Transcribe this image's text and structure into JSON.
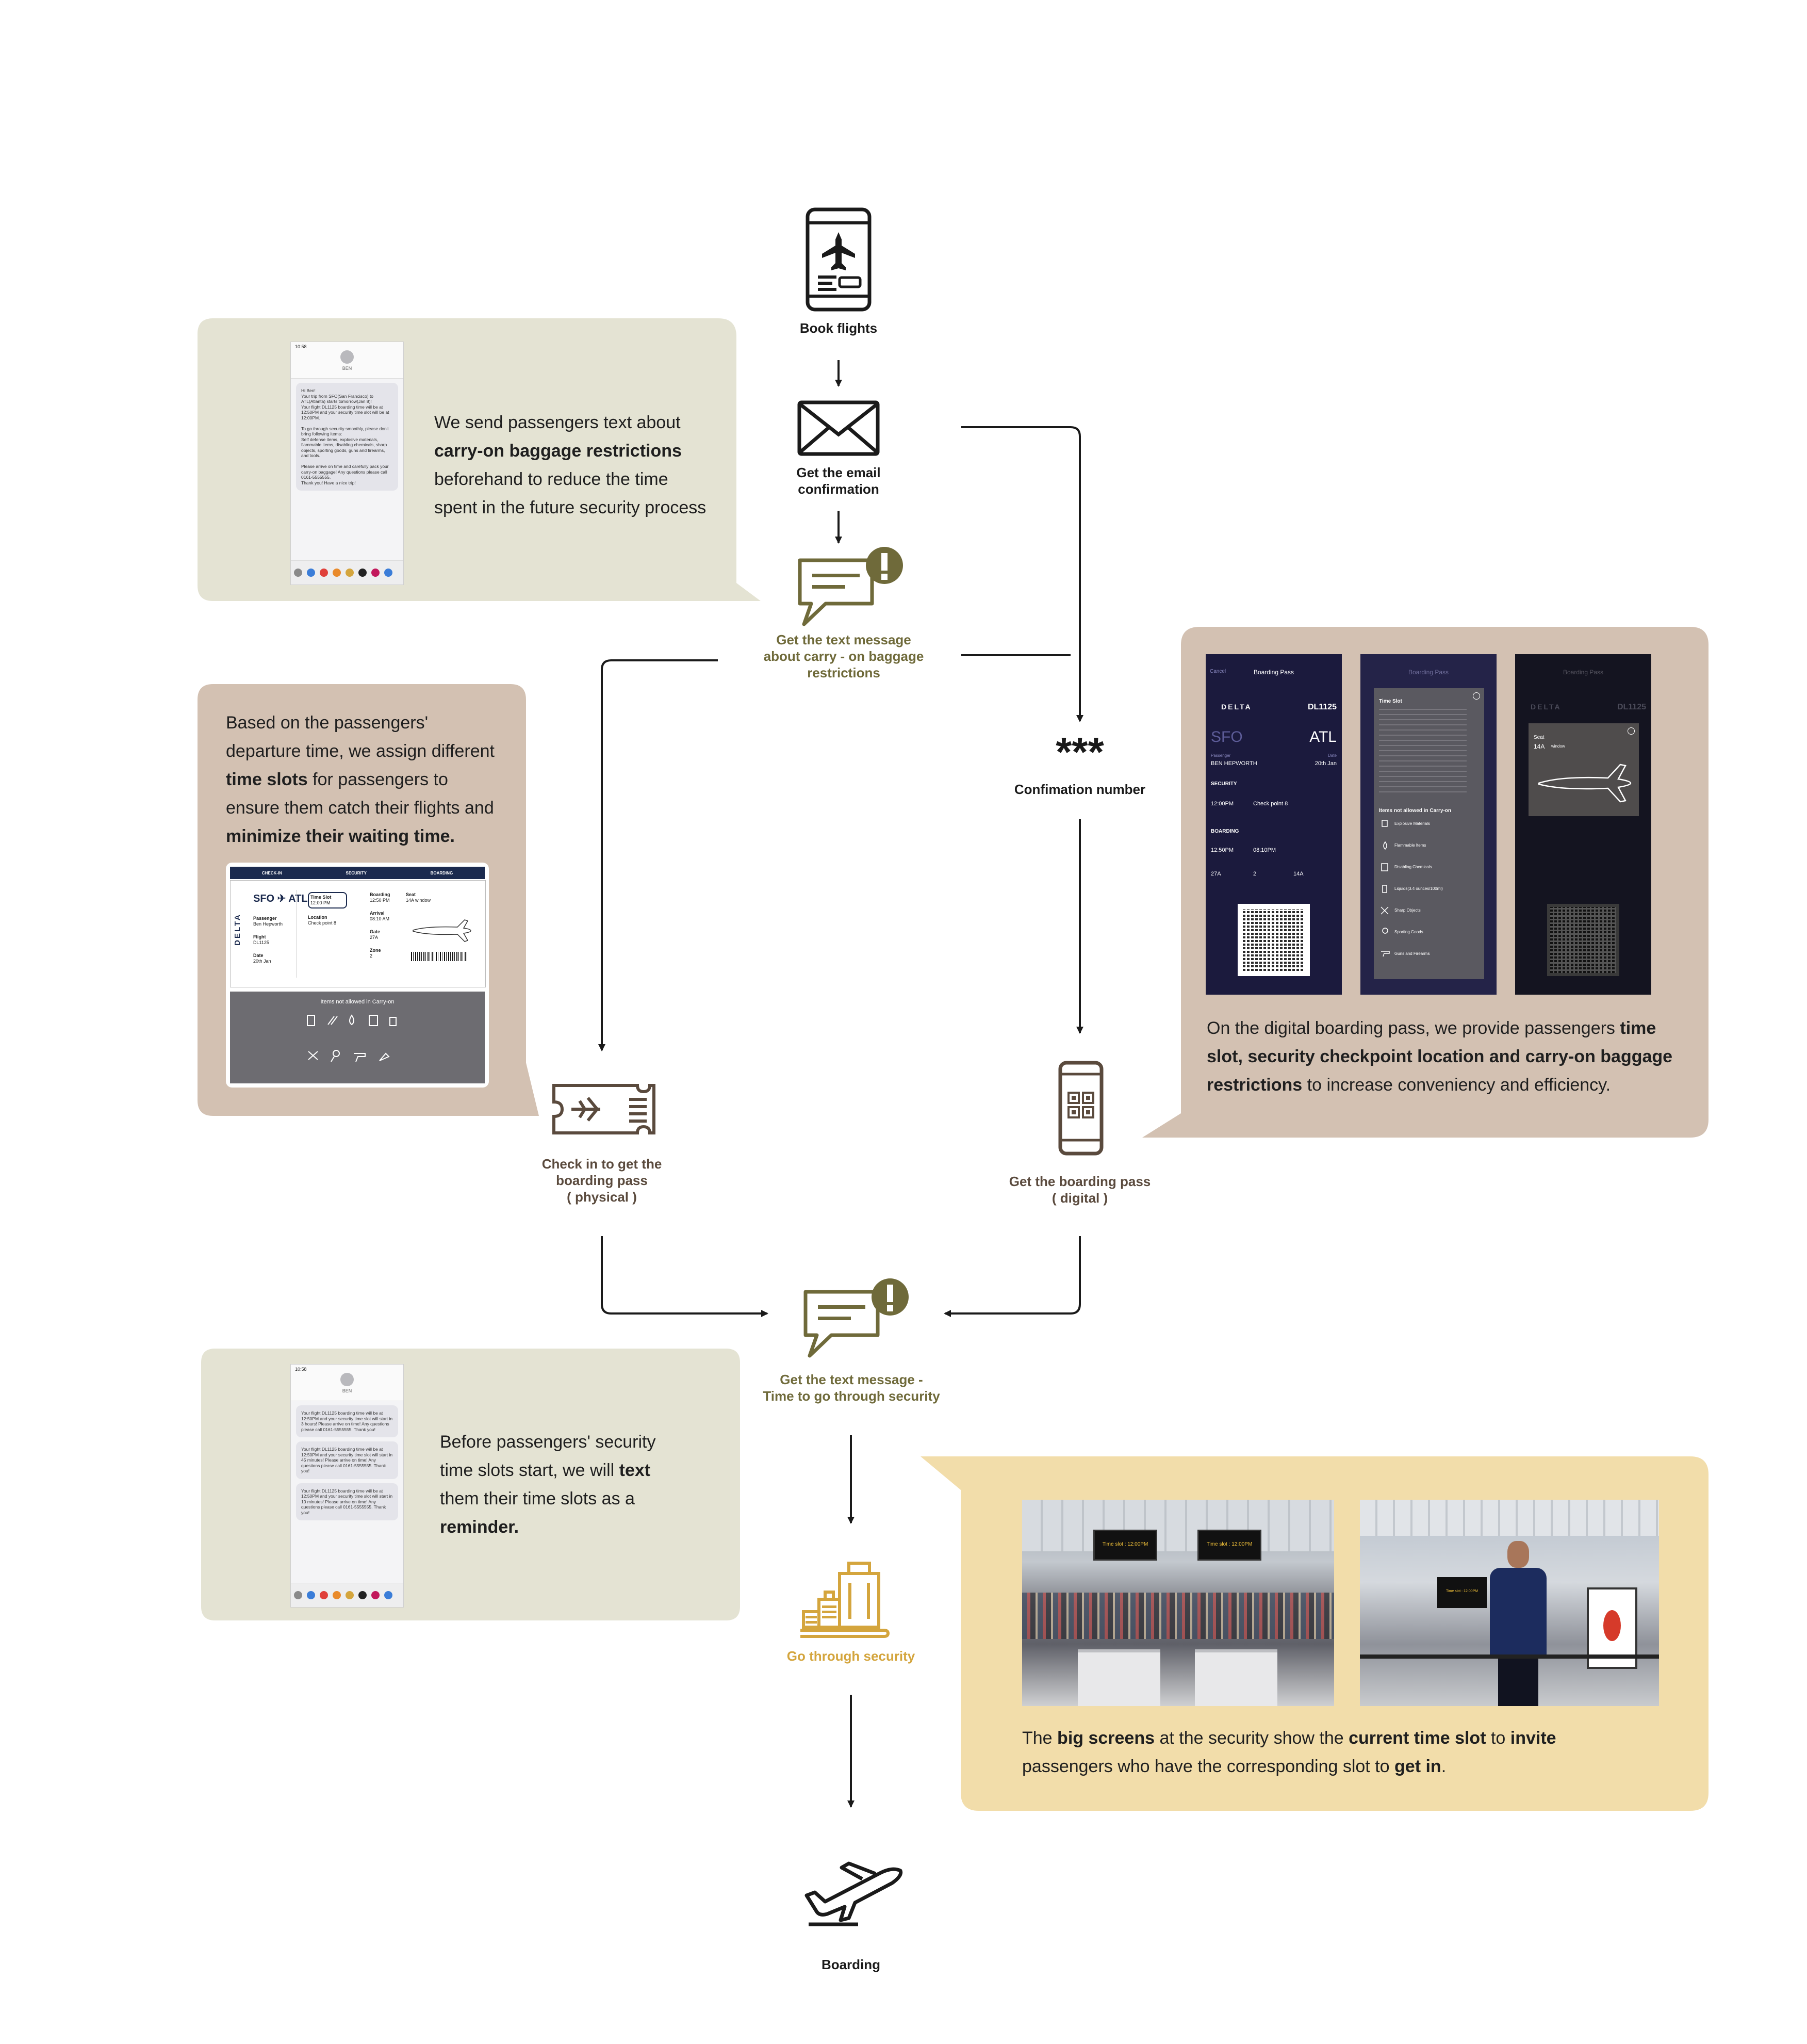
{
  "colors": {
    "olive_bubble": "#e4e3d3",
    "brown_bubble": "#d3c1b2",
    "gold_bubble": "#f2ddaa",
    "olive_text": "#6f6a3a",
    "brown_text": "#5a4a3d",
    "gold_text": "#d4a53d",
    "arrow": "#1a1a1a"
  },
  "nodes": {
    "book": {
      "label": "Book flights",
      "icon": "phone-airplane-icon"
    },
    "email": {
      "label": "Get the email\nconfirmation",
      "icon": "envelope-icon"
    },
    "text_baggage": {
      "label": "Get the text message\nabout carry - on baggage\nrestrictions",
      "icon": "chat-alert-icon"
    },
    "confirmation": {
      "label": "Confimation number",
      "symbol": "***"
    },
    "checkin": {
      "label": "Check in to get the\nboarding pass\n( physical )",
      "icon": "ticket-icon"
    },
    "digital": {
      "label": "Get the boarding pass\n( digital )",
      "icon": "phone-qr-icon"
    },
    "text_security": {
      "label": "Get the text message -\nTime to go through security",
      "icon": "chat-alert-icon"
    },
    "security": {
      "label": "Go through security",
      "icon": "luggage-conveyor-icon"
    },
    "boarding": {
      "label": "Boarding",
      "icon": "airplane-takeoff-icon"
    }
  },
  "bubbles": {
    "sms_baggage": {
      "p1": "We send passengers text about",
      "b1": "carry-on baggage restrictions",
      "p2": "beforehand to reduce the time spent in the future security process",
      "phone": {
        "time": "10:58",
        "contact": "BEN",
        "message": "Hi Ben!\nYour trip from SFO(San Francisco) to ATL(Atlanta) starts tomorrow(Jan 8)!\nYour flight DL1125 boarding time will be at 12:50PM and your security time slot will be at 12:00PM.\n\nTo go through security smoothly, please don't bring following items:\nSelf defense items, explosive materials, flammable items, disabling chemicals, sharp objects, sporting goods, guns and firearms, and tools.\n\nPlease arrive on time and carefully pack your carry-on baggage! Any questions please call 0161-5555555.\nThank you! Have a nice trip!"
      }
    },
    "time_slot": {
      "p1": "Based on the passengers' departure time, we assign different",
      "b1": "time slots",
      "p2": "for passengers to ensure them catch their flights and",
      "b2": "minimize their waiting time.",
      "pass": {
        "steps": [
          "CHECK-IN",
          "SECURITY",
          "BOARDING"
        ],
        "route": "SFO ✈ ATL",
        "brand": "DELTA",
        "passenger_label": "Passenger",
        "passenger": "Ben Hepworth",
        "flight_label": "Flight",
        "flight": "DL1125",
        "date_label": "Date",
        "date": "20th Jan",
        "slot_label": "Time Slot",
        "slot": "12:00 PM",
        "location_label": "Location",
        "location": "Check point 8",
        "boarding_label": "Boarding",
        "boarding": "12:50 PM",
        "arrival_label": "Arrival",
        "arrival": "08:10 AM",
        "gate_label": "Gate",
        "gate": "27A",
        "zone_label": "Zone",
        "zone": "2",
        "seat_label": "Seat",
        "seat": "14A",
        "seat_note": "window",
        "restrictions_title": "Items not allowed in Carry-on"
      }
    },
    "digital_pass": {
      "p1": "On the digital boarding pass, we provide passengers",
      "b1": "time slot, security checkpoint location and carry-on baggage restrictions",
      "p2": "to increase conveniency and efficiency.",
      "screens": {
        "header": "Boarding Pass",
        "cancel": "Cancel",
        "brand": "DELTA",
        "flight": "DL1125",
        "from": "SFO",
        "to": "ATL",
        "passenger_label": "Passenger",
        "passenger": "BEN HEPWORTH",
        "date_label": "Date",
        "date": "20th Jan",
        "security_title": "SECURITY",
        "slot": "12:00PM",
        "checkpoint": "Check point 8",
        "boarding_title": "BOARDING",
        "boarding_time": "12:50PM",
        "arrival": "08:10PM",
        "gate": "27A",
        "zone": "2",
        "seat": "14A",
        "popup_title": "Time Slot",
        "popup_items_title": "Items not allowed in Carry-on",
        "popup_items": [
          "Explosive Materials",
          "Flammable Items",
          "Disabling Chemicals",
          "Liquids(3.4 ounces/100ml)",
          "Sharp Objects",
          "Sporting Goods",
          "Guns and Firearms"
        ],
        "seat_label": "Seat",
        "seat_note": "window"
      }
    },
    "reminder": {
      "p1": "Before passengers' security time slots start, we will",
      "b1": "text",
      "p2": "them their time slots as a",
      "b2": "reminder.",
      "phone": {
        "time": "10:58",
        "contact": "BEN",
        "messages": [
          "Your flight DL1125 boarding time will be at 12:50PM and your security time slot will start in 3 hours! Please arrive on time! Any questions please call 0161-5555555. Thank you!",
          "Your flight DL1125 boarding time will be at 12:50PM and your security time slot will start in 45 minutes! Please arrive on time! Any questions please call 0161-5555555. Thank you!",
          "Your flight DL1125 boarding time will be at 12:50PM and your security time slot will start in 10 minutes! Please arrive on time! Any questions please call 0161-5555555. Thank you!"
        ]
      }
    },
    "big_screens": {
      "p1": "The",
      "b1": "big screens",
      "p2": "at the security show the",
      "b2": "current time slot",
      "p3": "to",
      "b3": "invite",
      "p4": "passengers who have the corresponding slot to",
      "b4": "get in",
      "p5": ".",
      "screen_text": "Time slot : 12:00PM"
    }
  }
}
